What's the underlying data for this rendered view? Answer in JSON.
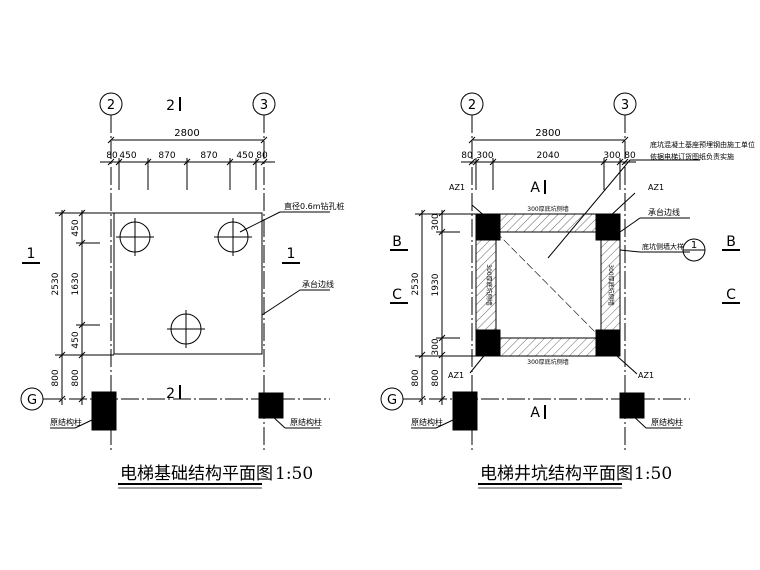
{
  "left": {
    "axis_2": "2",
    "axis_3": "3",
    "axis_G": "G",
    "section_2": "2",
    "section_1": "1",
    "dim_total": "2800",
    "dims_top": [
      "80",
      "450",
      "870",
      "870",
      "450",
      "80"
    ],
    "dims_side": [
      "450",
      "1630",
      "450"
    ],
    "dim_side_total": "2530",
    "dim_side_bottom": "800",
    "label_pile": "直径0.6m钻孔桩",
    "label_cap": "承台边线",
    "label_col": "原结构柱",
    "title": "电梯基础结构平面图",
    "scale": "1:50"
  },
  "right": {
    "axis_2": "2",
    "axis_3": "3",
    "axis_G": "G",
    "section_A": "A",
    "section_B": "B",
    "section_C": "C",
    "section_1": "1",
    "dim_total": "2800",
    "dims_top": [
      "80",
      "300",
      "2040",
      "300",
      "80"
    ],
    "dims_side": [
      "300",
      "1930",
      "300"
    ],
    "dim_side_total": "2530",
    "dim_side_bottom": "800",
    "az1": "AZ1",
    "wall_label": "300厚底坑侧墙",
    "note_1": "底坑混凝土基座预埋钢由施工单位",
    "note_2": "依据电梯订货图纸负责实施",
    "label_cap": "承台边线",
    "label_detail": "底坑侧墙大样",
    "label_col": "原结构柱",
    "title": "电梯井坑结构平面图",
    "scale": "1:50"
  }
}
